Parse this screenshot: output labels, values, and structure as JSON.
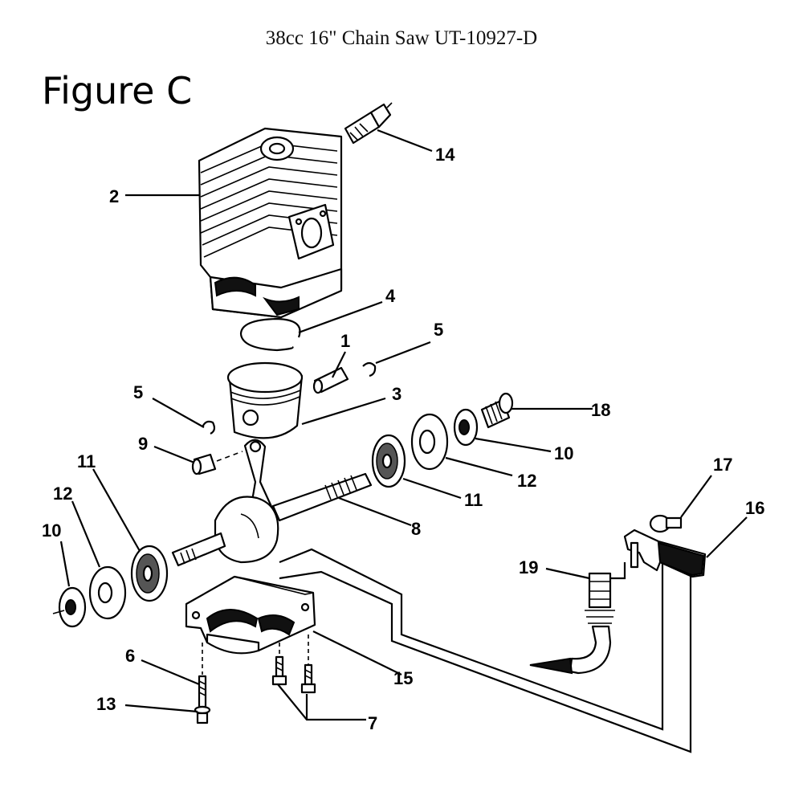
{
  "page": {
    "title": "38cc 16\" Chain Saw UT-10927-D",
    "figure_label": "Figure C"
  },
  "callouts": {
    "c1": "1",
    "c2": "2",
    "c3": "3",
    "c4": "4",
    "c5a": "5",
    "c5b": "5",
    "c6": "6",
    "c7": "7",
    "c8": "8",
    "c9": "9",
    "c10a": "10",
    "c10b": "10",
    "c11a": "11",
    "c11b": "11",
    "c12a": "12",
    "c12b": "12",
    "c13": "13",
    "c14": "14",
    "c15": "15",
    "c16": "16",
    "c17": "17",
    "c18": "18",
    "c19": "19"
  }
}
